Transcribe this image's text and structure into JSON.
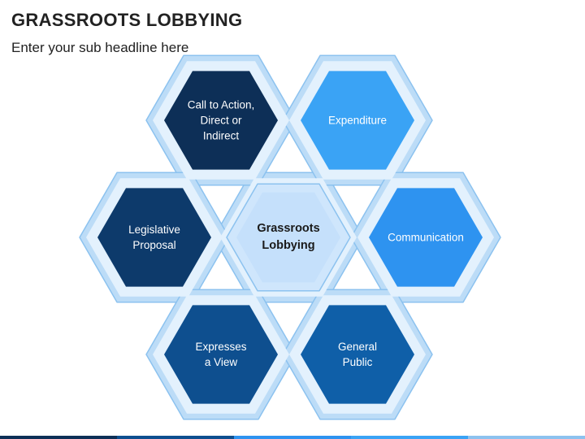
{
  "header": {
    "title": "GRASSROOTS LOBBYING",
    "subtitle": "Enter your sub headline here"
  },
  "diagram": {
    "center": {
      "label": "Grassroots\nLobbying",
      "fill": "#c5e0fb",
      "ring": "#cfe6fc"
    },
    "nodes": [
      {
        "id": "call-to-action",
        "label": "Call to Action,\nDirect or\nIndirect",
        "fill": "#0d2f57"
      },
      {
        "id": "expenditure",
        "label": "Expenditure",
        "fill": "#3aa3f5"
      },
      {
        "id": "legislative-proposal",
        "label": "Legislative\nProposal",
        "fill": "#0d3a6b"
      },
      {
        "id": "communication",
        "label": "Communication",
        "fill": "#2e93f0"
      },
      {
        "id": "expresses-a-view",
        "label": "Expresses\na View",
        "fill": "#0e4f8f"
      },
      {
        "id": "general-public",
        "label": "General\nPublic",
        "fill": "#0f5fa8"
      }
    ],
    "frame_outer": "#bcdcf7",
    "frame_inner": "#e3f1fd",
    "frame_stroke": "#8cc2ef"
  },
  "footer_colors": [
    "#0d2f57",
    "#0e4f8f",
    "#2e93f0",
    "#3aa3f5",
    "#8cc2ef"
  ]
}
